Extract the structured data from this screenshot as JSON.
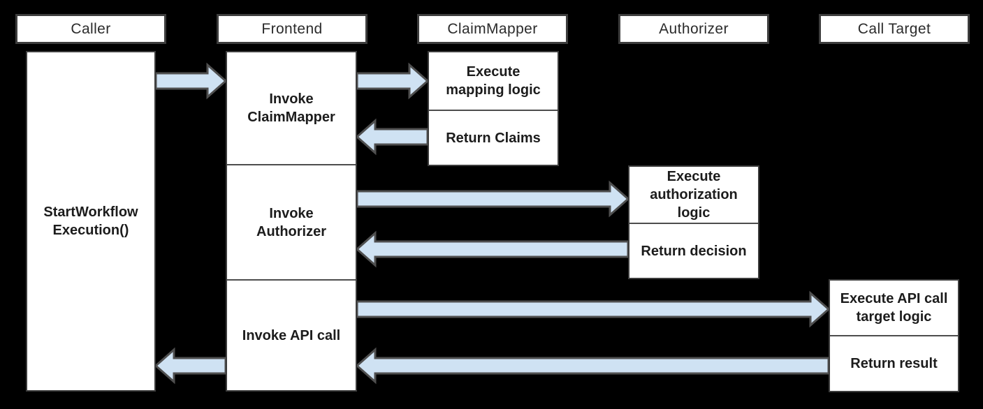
{
  "colors": {
    "bg": "#000000",
    "box-fill": "#ffffff",
    "box-border": "#3d3d3d",
    "divider": "#4d4d4d",
    "arrow-fill": "#cfe2f3",
    "arrow-stroke": "#4f4f4f",
    "header-text": "#2b2b2b",
    "label-text": "#1c1c1c"
  },
  "columns": [
    {
      "header": "Caller",
      "steps": [
        {
          "label": "StartWorkflow\nExecution()"
        }
      ]
    },
    {
      "header": "Frontend",
      "steps": [
        {
          "label": "Invoke\nClaimMapper"
        },
        {
          "label": "Invoke\nAuthorizer"
        },
        {
          "label": "Invoke API call"
        }
      ]
    },
    {
      "header": "ClaimMapper",
      "steps": [
        {
          "label": "Execute\nmapping logic"
        },
        {
          "label": "Return Claims"
        }
      ]
    },
    {
      "header": "Authorizer",
      "steps": [
        {
          "label": "Execute\nauthorization\nlogic"
        },
        {
          "label": "Return decision"
        }
      ]
    },
    {
      "header": "Call Target",
      "steps": [
        {
          "label": "Execute API call\ntarget logic"
        },
        {
          "label": "Return result"
        }
      ]
    }
  ],
  "arrows": [
    {
      "name": "caller-to-frontend-start",
      "from": "Caller",
      "to": "Frontend",
      "direction": "right"
    },
    {
      "name": "frontend-to-claimmapper",
      "from": "Frontend",
      "to": "ClaimMapper",
      "direction": "right"
    },
    {
      "name": "claimmapper-return-claims",
      "from": "ClaimMapper",
      "to": "Frontend",
      "direction": "left"
    },
    {
      "name": "frontend-to-authorizer",
      "from": "Frontend",
      "to": "Authorizer",
      "direction": "right"
    },
    {
      "name": "authorizer-return-decision",
      "from": "Authorizer",
      "to": "Frontend",
      "direction": "left"
    },
    {
      "name": "frontend-to-calltarget",
      "from": "Frontend",
      "to": "Call Target",
      "direction": "right"
    },
    {
      "name": "calltarget-return-result",
      "from": "Call Target",
      "to": "Frontend",
      "direction": "left"
    },
    {
      "name": "frontend-return-to-caller",
      "from": "Frontend",
      "to": "Caller",
      "direction": "left"
    }
  ]
}
